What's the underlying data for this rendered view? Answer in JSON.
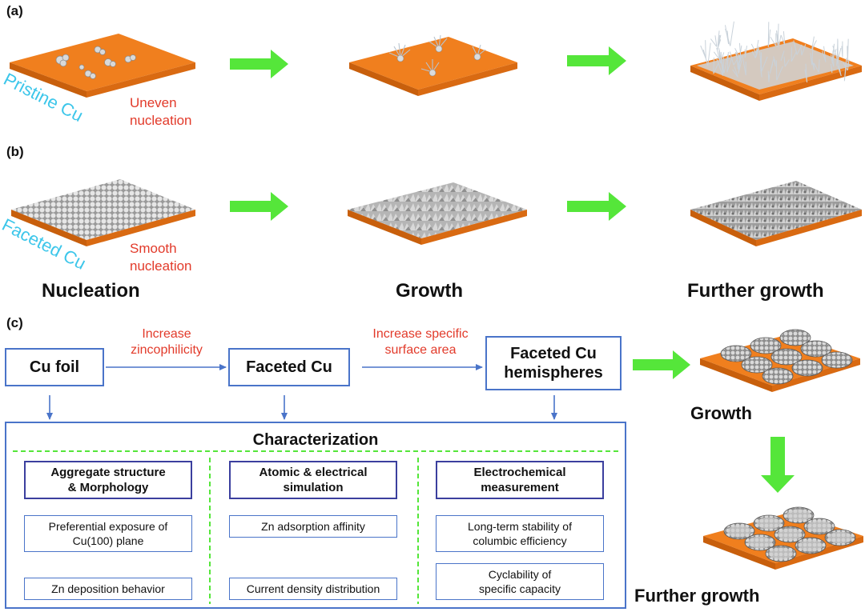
{
  "panels": {
    "a": "(a)",
    "b": "(b)",
    "c": "(c)"
  },
  "row_a": {
    "substrate_label": "Pristine Cu",
    "nucleation_label_line1": "Uneven",
    "nucleation_label_line2": "nucleation"
  },
  "row_b": {
    "substrate_label": "Faceted Cu",
    "nucleation_label_line1": "Smooth",
    "nucleation_label_line2": "nucleation"
  },
  "stages": {
    "nucleation": "Nucleation",
    "growth": "Growth",
    "further_growth": "Further growth"
  },
  "flow": {
    "box1": "Cu foil",
    "box2": "Faceted Cu",
    "box3_line1": "Faceted Cu",
    "box3_line2": "hemispheres",
    "arrow1_line1": "Increase",
    "arrow1_line2": "zincophilicity",
    "arrow2_line1": "Increase specific",
    "arrow2_line2": "surface area"
  },
  "characterization": {
    "title": "Characterization",
    "columns": [
      {
        "header_line1": "Aggregate structure",
        "header_line2": "& Morphology",
        "items": [
          {
            "line1": "Preferential exposure of",
            "line2": "Cu(100) plane"
          },
          {
            "line1": "Zn deposition behavior",
            "line2": ""
          }
        ]
      },
      {
        "header_line1": "Atomic & electrical",
        "header_line2": "simulation",
        "items": [
          {
            "line1": "Zn adsorption affinity",
            "line2": ""
          },
          {
            "line1": "Current density distribution",
            "line2": ""
          }
        ]
      },
      {
        "header_line1": "Electrochemical",
        "header_line2": "measurement",
        "items": [
          {
            "line1": "Long-term stability of",
            "line2": "columbic efficiency"
          },
          {
            "line1": "Cyclability of",
            "line2": "specific capacity"
          }
        ]
      }
    ]
  },
  "hemisphere_panel": {
    "growth": "Growth",
    "further_growth": "Further growth"
  },
  "colors": {
    "substrate_top": "#f07f1e",
    "substrate_side": "#c85f0c",
    "arrow_green": "#55e63a",
    "box_blue": "#4a74c9",
    "label_red": "#e23a2a",
    "label_cyan": "#3cc6ea",
    "deposit_gray": "#b9b9b9"
  }
}
